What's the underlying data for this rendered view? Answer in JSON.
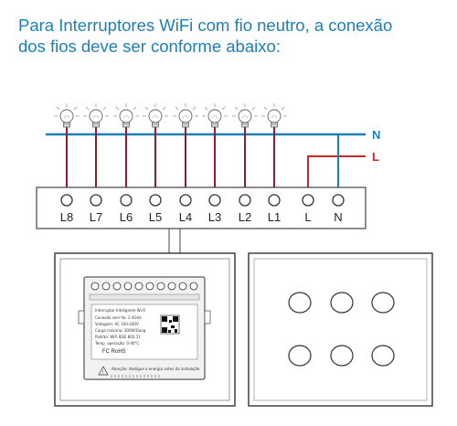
{
  "title": {
    "line1": "Para Interruptores WiFi com fio neutro, a conexão",
    "line2": "dos fios deve ser conforme abaixo:"
  },
  "lines": {
    "neutral": {
      "label": "N",
      "color": "#1d7fb8"
    },
    "live": {
      "label": "L",
      "color": "#c42a2a"
    }
  },
  "terminals": [
    "L8",
    "L7",
    "L6",
    "L5",
    "L4",
    "L3",
    "L2",
    "L1",
    "L",
    "N"
  ],
  "lamp_count": 8,
  "back_panel": {
    "product_name": "Interruptor Inteligente Wi-Fi",
    "specs": [
      "Conexão sem fio: 2.4GHz",
      "Voltagem: AC 100-240V",
      "Carga máxima: 300W/Gang",
      "Padrão: WiFi IEEE 802.11",
      "Temp. operação: 0-40°C"
    ],
    "cert_marks": "FC RoHS",
    "warning_text": "Atenção: desligue a energia antes da instalação"
  },
  "front_panel": {
    "button_count": 6
  }
}
